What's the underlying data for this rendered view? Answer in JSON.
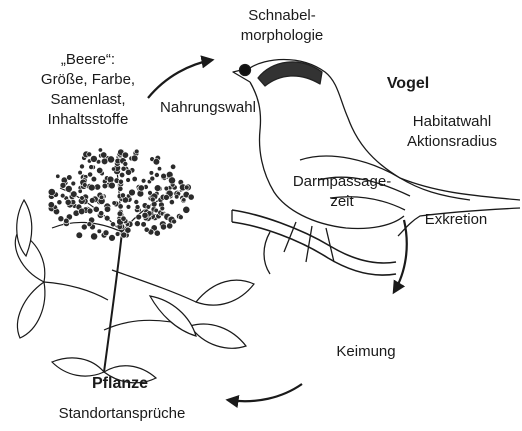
{
  "labels": {
    "beak_morphology": "Schnabel-\nmorphologie",
    "berry": "„Beere“:\nGröße, Farbe,\nSamenlast,\nInhaltsstoffe",
    "food_choice": "Nahrungswahl",
    "bird": "Vogel",
    "habitat": "Habitatwahl\nAktionsradius",
    "gut_passage": "Darmpassage-\nzeit",
    "excretion": "Exkretion",
    "germination": "Keimung",
    "plant": "Pflanze",
    "site_requirements": "Standortansprüche"
  },
  "illustrations": {
    "bird": "blackcap-bird-icon",
    "plant": "elderberry-plant-icon"
  },
  "colors": {
    "ink": "#1a1a1a",
    "berry": "#2b2b2b",
    "cap": "#333333"
  }
}
